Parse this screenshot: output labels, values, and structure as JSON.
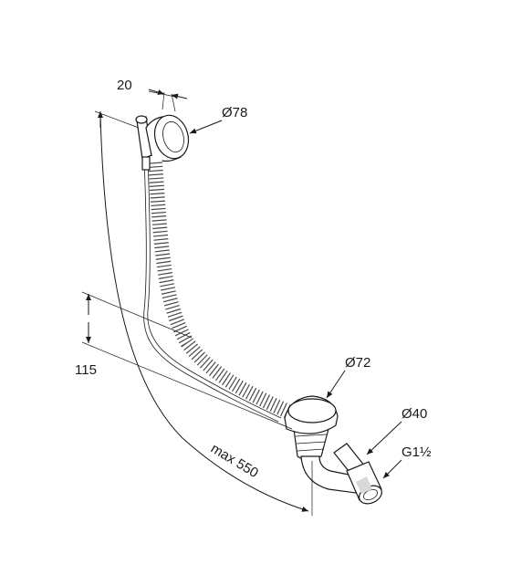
{
  "dimensions": {
    "width_20": "20",
    "diameter_78": "Ø78",
    "diameter_72": "Ø72",
    "diameter_40": "Ø40",
    "thread": "G1½",
    "height_115": "115",
    "max_length": "max 550"
  },
  "colors": {
    "line": "#1a1a1a",
    "background": "#ffffff",
    "shade": "#d9d9d9"
  }
}
